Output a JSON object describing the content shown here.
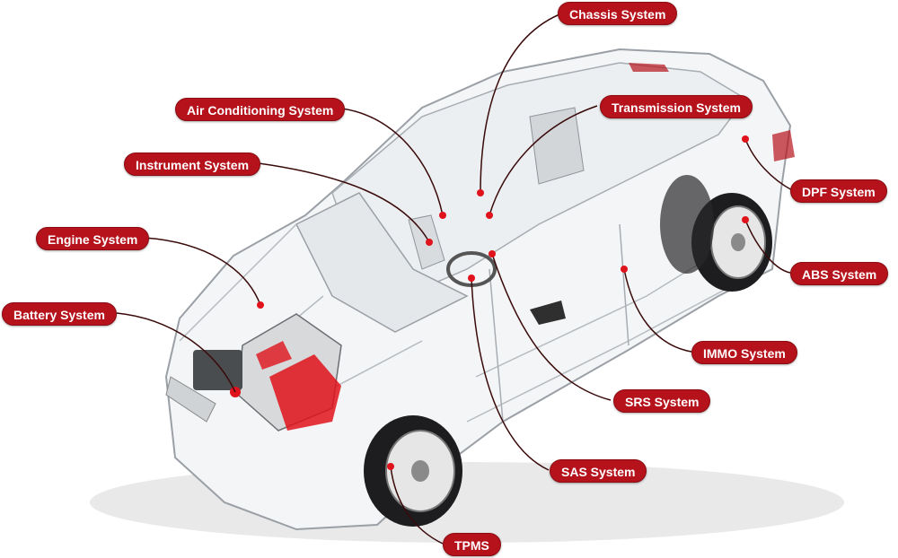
{
  "colors": {
    "accent": "#b5121b",
    "label_text": "#ffffff",
    "leader": "#3a0a0a",
    "engine_highlight": "#e0121b"
  },
  "labels": {
    "chassis": "Chassis System",
    "air_conditioning": "Air Conditioning System",
    "transmission": "Transmission System",
    "instrument": "Instrument System",
    "dpf": "DPF System",
    "engine": "Engine System",
    "abs": "ABS System",
    "battery": "Battery System",
    "immo": "IMMO System",
    "srs": "SRS System",
    "sas": "SAS System",
    "tpms": "TPMS"
  }
}
